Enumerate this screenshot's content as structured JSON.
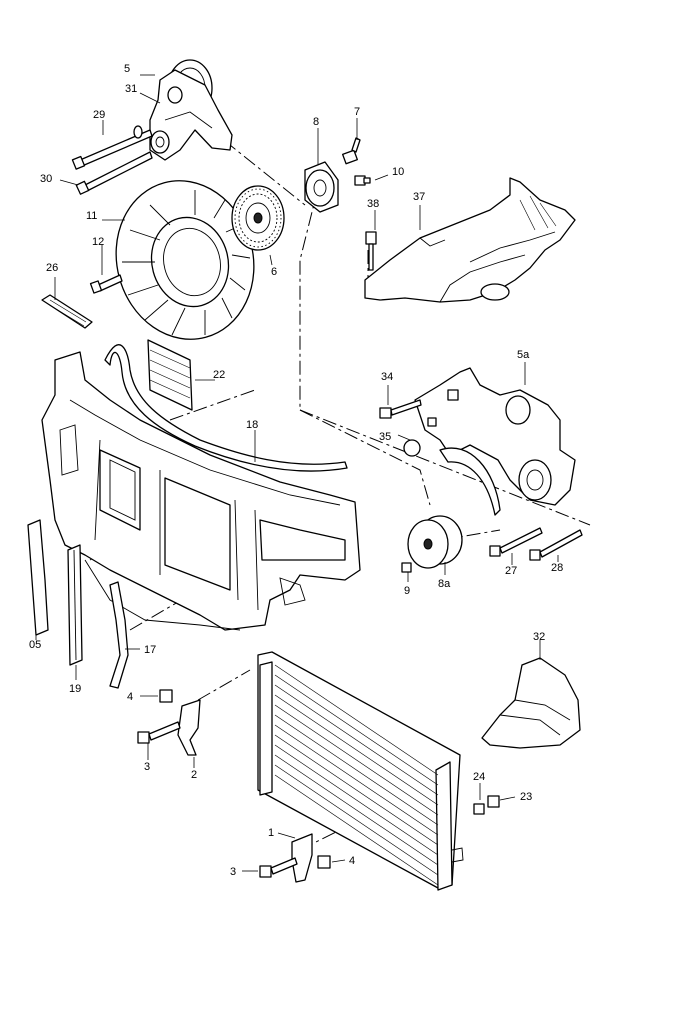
{
  "diagram": {
    "callouts": {
      "c5": "5",
      "c31": "31",
      "c29": "29",
      "c30": "30",
      "c11": "11",
      "c12": "12",
      "c26": "26",
      "c8": "8",
      "c7": "7",
      "c10": "10",
      "c37": "37",
      "c38": "38",
      "c6": "6",
      "c22": "22",
      "c34": "34",
      "c5a": "5a",
      "c35": "35",
      "c18": "18",
      "c9": "9",
      "c8a": "8a",
      "c27": "27",
      "c28": "28",
      "c05": "05",
      "c19": "19",
      "c17": "17",
      "c32": "32",
      "c4a": "4",
      "c3a": "3",
      "c2": "2",
      "c24": "24",
      "c23": "23",
      "c1": "1",
      "c3b": "3",
      "c4b": "4"
    }
  }
}
